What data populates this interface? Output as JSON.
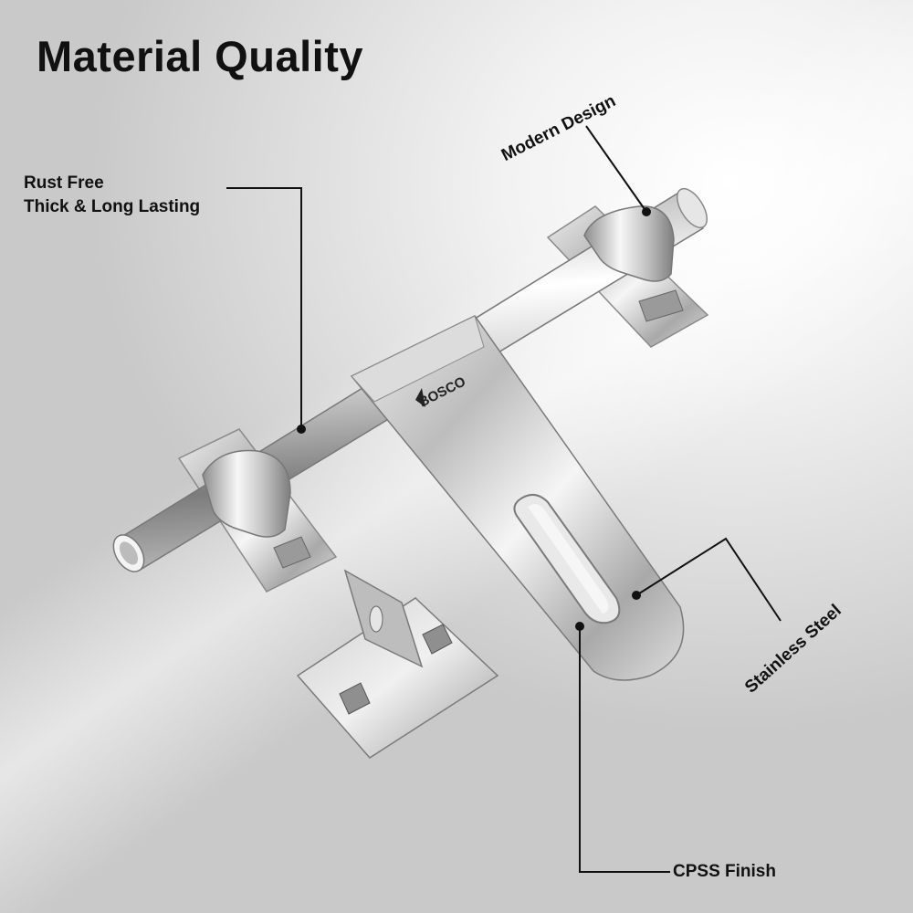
{
  "title": "Material Quality",
  "callouts": {
    "rust_free": "Rust Free",
    "thick_long": "Thick & Long Lasting",
    "modern_design": "Modern Design",
    "stainless_steel": "Stainless Steel",
    "cpss_finish": "CPSS Finish"
  },
  "brand": "BOSCO",
  "colors": {
    "text": "#111111",
    "steel_light": "#f4f4f4",
    "steel_dark": "#8a8a8a"
  }
}
